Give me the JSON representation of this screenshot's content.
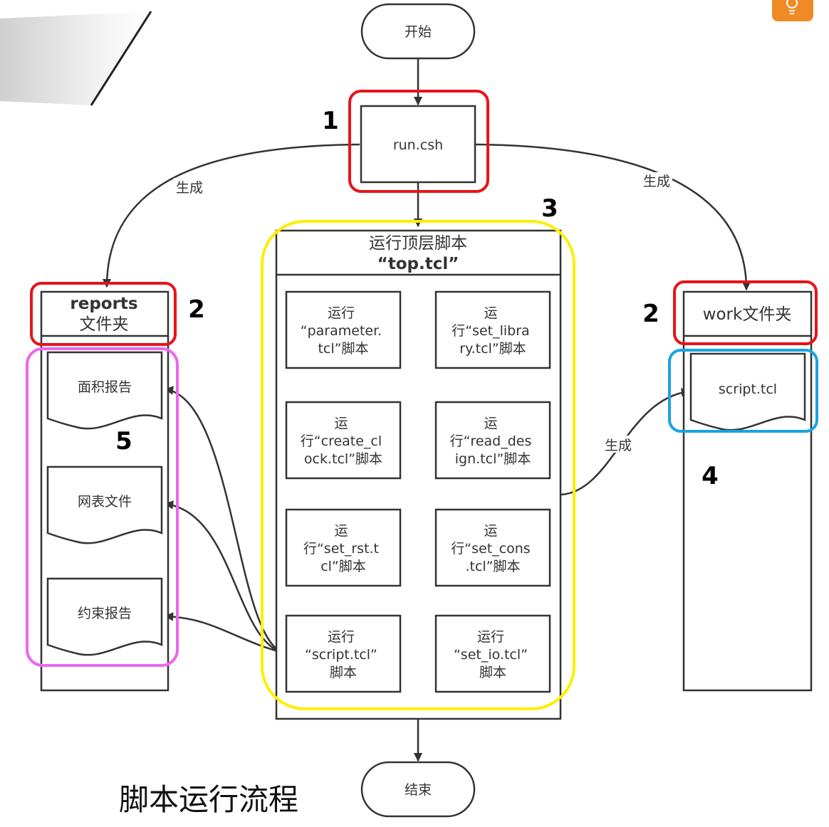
{
  "colors": {
    "red": "#e8131a",
    "yellow": "#ffee00",
    "pink": "#ee66ee",
    "blue": "#1aa3e0",
    "orange": "#f08a24",
    "line": "#333333"
  },
  "icons": {
    "corner_badge": "lightbulb-icon"
  },
  "nodes": {
    "start": "开始",
    "run_csh": "run.csh",
    "end": "结束"
  },
  "top_tcl": {
    "line1": "运行顶层脚本",
    "line2": "“top.tcl”"
  },
  "steps": {
    "parameter": [
      "运行",
      "“parameter.",
      "tcl”脚本"
    ],
    "set_library": [
      "运",
      "行“set_libra",
      "ry.tcl”脚本"
    ],
    "create_clock": [
      "运",
      "行“create_cl",
      "ock.tcl”脚本"
    ],
    "read_design": [
      "运",
      "行“read_des",
      "ign.tcl”脚本"
    ],
    "set_rst": [
      "运",
      "行“set_rst.t",
      "cl”脚本"
    ],
    "set_cons": [
      "运",
      "行“set_cons",
      ".tcl”脚本"
    ],
    "script": [
      "运行",
      "“script.tcl”",
      "脚本"
    ],
    "set_io": [
      "运行",
      "“set_io.tcl”",
      "脚本"
    ]
  },
  "reports": {
    "line1": "reports",
    "line2": "文件夹"
  },
  "work": {
    "title": "work文件夹"
  },
  "documents": {
    "area_report": "面积报告",
    "netlist": "网表文件",
    "constraint_report": "约束报告",
    "script_tcl": "script.tcl"
  },
  "edge_labels": {
    "gen_left": "生成",
    "gen_right": "生成",
    "gen_script": "生成"
  },
  "annotations": {
    "n1": "1",
    "n2_left": "2",
    "n2_right": "2",
    "n3": "3",
    "n4": "4",
    "n5": "5"
  },
  "caption": "脚本运行流程"
}
